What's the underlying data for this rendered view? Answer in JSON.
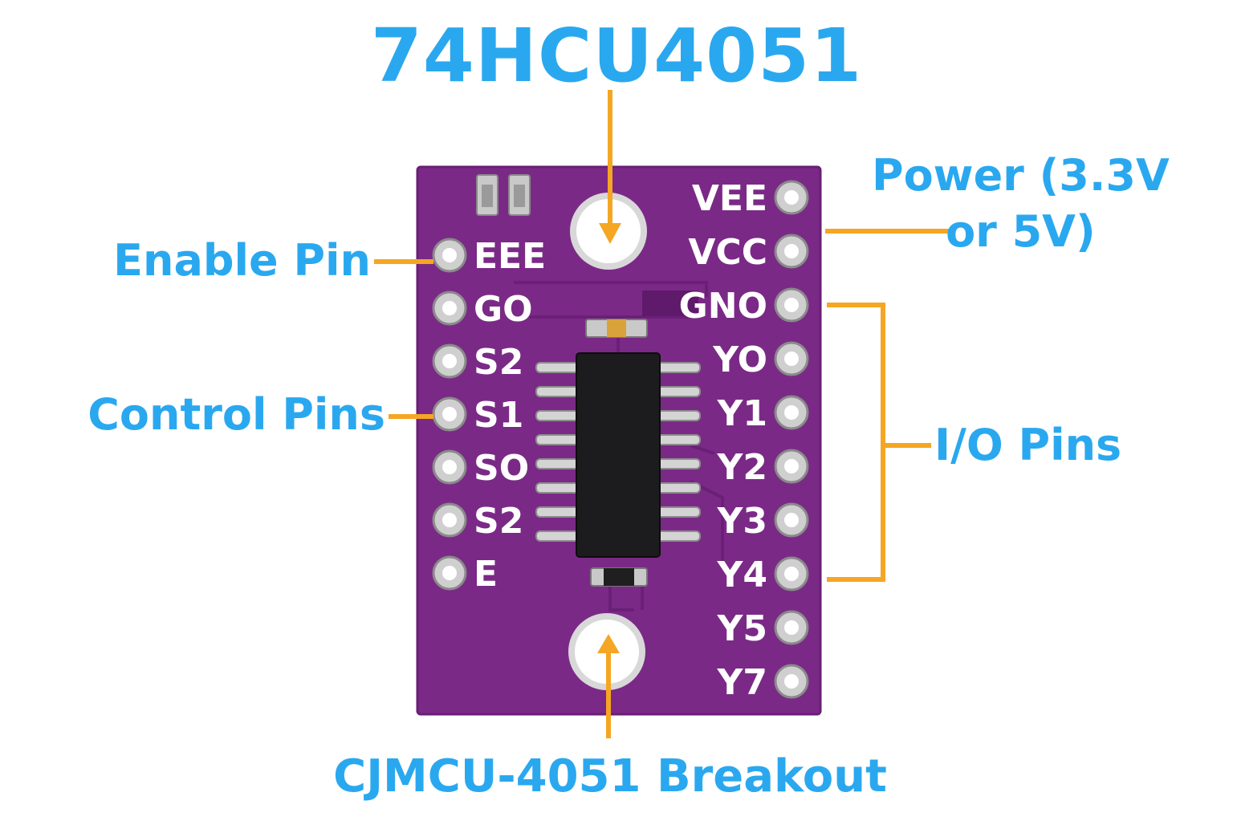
{
  "title": "74HCU4051",
  "callouts": {
    "enable": "Enable Pin",
    "control": "Control Pins",
    "power": "Power (3.3V\nor 5V)",
    "io": "I/O Pins",
    "breakout": "CJMCU-4051 Breakout"
  },
  "board": {
    "color": "#7a2a86",
    "left_pins": [
      "EEE",
      "GO",
      "S2",
      "S1",
      "SO",
      "S2",
      "E"
    ],
    "right_pins": [
      "VEE",
      "VCC",
      "GNO",
      "YO",
      "Y1",
      "Y2",
      "Y3",
      "Y4",
      "Y5",
      "Y7"
    ]
  },
  "colors": {
    "label": "#2aa8ef",
    "leader": "#f5a623",
    "silkscreen": "#ffffff",
    "chip": "#1c1c1e"
  }
}
